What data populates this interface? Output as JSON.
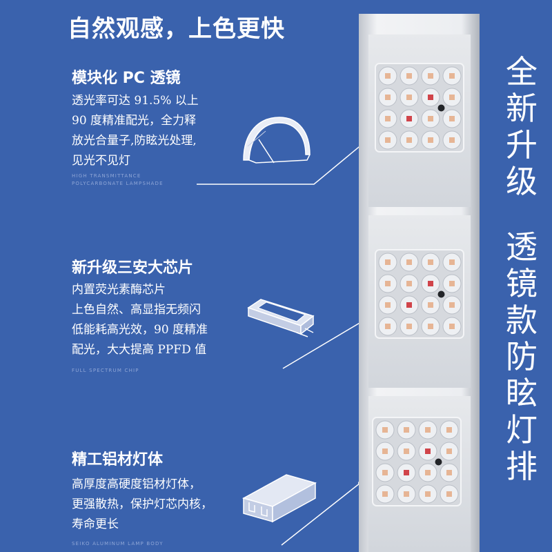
{
  "headline": "自然观感，上色更快",
  "features": [
    {
      "title": "模块化 PC 透镜",
      "body": [
        "透光率可达 91.5% 以上",
        "90 度精准配光，全力释",
        "放光合量子,防眩光处理,",
        "见光不见灯"
      ],
      "sub": [
        "HIGH TRANSMITTANCE",
        "POLYCARBONATE LAMPSHADE"
      ],
      "icon": "lens-icon"
    },
    {
      "title": "新升级三安大芯片",
      "body": [
        "内置荧光素酶芯片",
        "上色自然、高显指无频闪",
        "低能耗高光效，90 度精准",
        "配光，大大提高 PPFD 值"
      ],
      "sub": [
        "FULL SPECTRUM CHIP"
      ],
      "icon": "chip-icon"
    },
    {
      "title": "精工铝材灯体",
      "body": [
        "高厚度高硬度铝材灯体，",
        "更强散热，保护灯芯内核，",
        "寿命更长"
      ],
      "sub": [
        "SEIKO ALUMINUM LAMP BODY"
      ],
      "icon": "aluminum-profile-icon"
    }
  ],
  "side_text_1": [
    "全",
    "新",
    "升",
    "级"
  ],
  "side_text_2": [
    "透",
    "镜",
    "款",
    "防",
    "眩",
    "灯",
    "排"
  ],
  "colors": {
    "background": "#3a62ad",
    "text": "#ffffff",
    "subtext": "#8fa6d6",
    "lamp_body": "#d9dbe0",
    "led_warm": "#e6b595",
    "led_red": "#d0444a"
  }
}
